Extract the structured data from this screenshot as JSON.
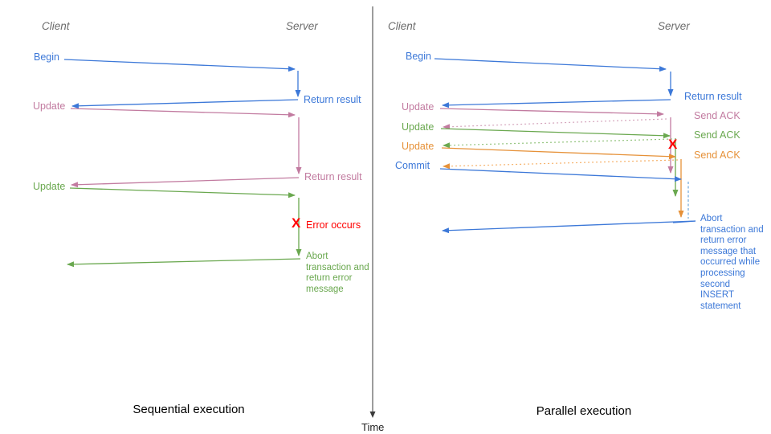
{
  "colors": {
    "blue": "#3c78d8",
    "pink": "#c27ba0",
    "green": "#6aa84f",
    "orange": "#e69138",
    "error_red": "#ff0000",
    "header_gray": "#6b6b6b",
    "axis": "#3b3b3b"
  },
  "left_panel": {
    "client_header": "Client",
    "server_header": "Server",
    "caption": "Sequential execution",
    "begin_label": "Begin",
    "return_result_1": "Return result",
    "update_1": "Update",
    "return_result_2": "Return result",
    "update_2": "Update",
    "error_mark": "X",
    "error_label": "Error occurs",
    "abort_label": "Abort transaction and return error message"
  },
  "right_panel": {
    "client_header": "Client",
    "server_header": "Server",
    "caption": "Parallel execution",
    "begin_label": "Begin",
    "return_result": "Return result",
    "update_1": "Update",
    "send_ack_1": "Send ACK",
    "update_2": "Update",
    "send_ack_2": "Send ACK",
    "update_3": "Update",
    "send_ack_3": "Send ACK",
    "commit_label": "Commit",
    "error_mark": "X",
    "abort_label": "Abort transaction and return error message that occurred while processing second INSERT statement"
  },
  "time_axis": {
    "label": "Time"
  }
}
